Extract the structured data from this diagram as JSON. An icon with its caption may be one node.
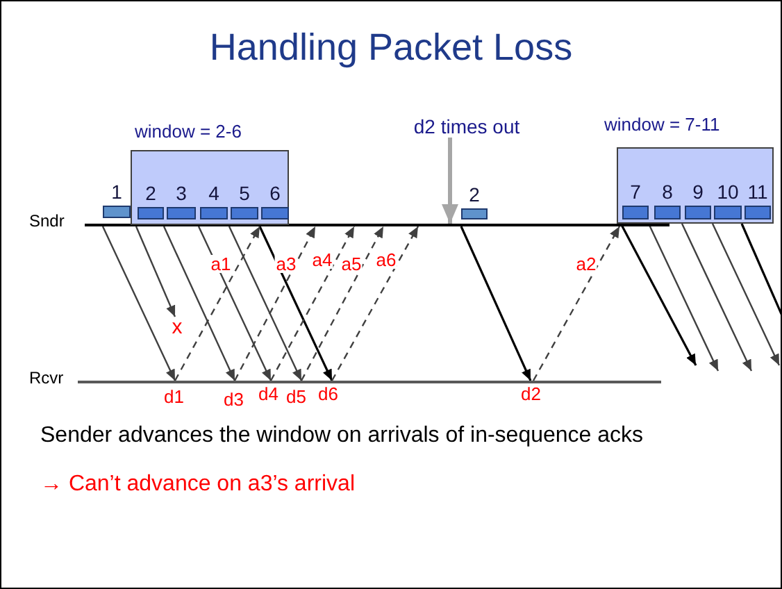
{
  "diagram": {
    "title": "Handling Packet Loss",
    "nodes": [
      {
        "text": [],
        "shape": "bar",
        "beside": [
          "Sndr"
        ]
      },
      {
        "text": [],
        "shape": "bar",
        "beside": [
          "Rcvr"
        ]
      },
      {
        "text": [
          "1"
        ]
      },
      {
        "text": [
          "window = 2-6"
        ]
      },
      {
        "text": [
          "2"
        ],
        "in": 3
      },
      {
        "text": [
          "3"
        ],
        "in": 3
      },
      {
        "text": [
          "4"
        ],
        "in": 3
      },
      {
        "text": [
          "5"
        ],
        "in": 3
      },
      {
        "text": [
          "6"
        ],
        "in": 3
      },
      {
        "text": [
          "d2 times out"
        ]
      },
      {
        "text": [
          "2"
        ]
      },
      {
        "text": [
          "window = 7-11"
        ]
      },
      {
        "text": [
          "7"
        ],
        "in": 11
      },
      {
        "text": [
          "8"
        ],
        "in": 11
      },
      {
        "text": [
          "9"
        ],
        "in": 11
      },
      {
        "text": [
          "10"
        ],
        "in": 11
      },
      {
        "text": [
          "11"
        ],
        "in": 11
      },
      {
        "text": [
          "x"
        ]
      }
    ],
    "edges": [
      {
        "from": 0,
        "to": 1,
        "arrow": "to"
      },
      {
        "from": 0,
        "to": 17,
        "arrow": "to"
      },
      {
        "from": 0,
        "to": 1,
        "arrow": "to"
      },
      {
        "from": 0,
        "to": 1,
        "arrow": "to"
      },
      {
        "from": 0,
        "to": 1,
        "arrow": "to"
      },
      {
        "from": 0,
        "to": 1,
        "arrow": "to",
        "color": "#000000"
      },
      {
        "from": 1,
        "to": 0,
        "arrow": "to",
        "label": "a1",
        "style": "dashed"
      },
      {
        "from": 1,
        "to": 0,
        "arrow": "to",
        "label": "a3",
        "style": "dashed"
      },
      {
        "from": 1,
        "to": 0,
        "arrow": "to",
        "label": "a4",
        "style": "dashed"
      },
      {
        "from": 1,
        "to": 0,
        "arrow": "to",
        "label": "a5",
        "style": "dashed"
      },
      {
        "from": 1,
        "to": 0,
        "arrow": "to",
        "label": "a6",
        "style": "dashed"
      },
      {
        "from": 9,
        "to": 0,
        "arrow": "to",
        "style": "thick",
        "color": "#a6a6a6"
      },
      {
        "from": 0,
        "to": 1,
        "arrow": "to",
        "color": "#000000"
      },
      {
        "from": 1,
        "to": 0,
        "arrow": "to",
        "label": "a2",
        "style": "dashed"
      },
      {
        "from": 11,
        "to": null,
        "arrow": "to",
        "color": "#000000"
      },
      {
        "from": 11,
        "to": null,
        "arrow": "to"
      },
      {
        "from": 11,
        "to": null,
        "arrow": "to"
      },
      {
        "from": 11,
        "to": null,
        "arrow": "to"
      },
      {
        "from": 11,
        "to": null,
        "arrow": "none",
        "color": "#000000"
      }
    ],
    "labels": [
      "d1",
      "d3",
      "d4",
      "d5",
      "d6",
      "d2",
      "Sender advances the window on arrivals of in-sequence acks",
      "→ Can’t advance on a3’s arrival"
    ]
  }
}
